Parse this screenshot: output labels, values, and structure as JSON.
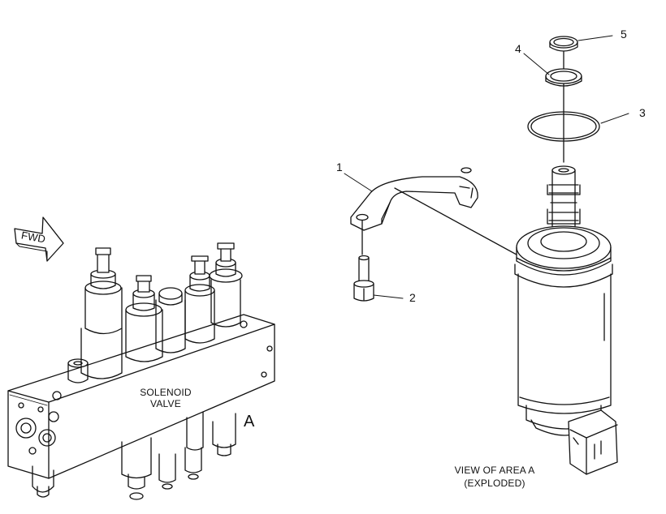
{
  "callouts": {
    "part_1": "1",
    "part_2": "2",
    "part_3": "3",
    "part_4": "4",
    "part_5": "5"
  },
  "labels": {
    "fwd": "FWD",
    "solenoid_line1": "SOLENOID",
    "solenoid_line2": "VALVE",
    "area_marker": "A",
    "view_line1": "VIEW OF AREA  A",
    "view_line2": "(EXPLODED)"
  },
  "colors": {
    "line": "#111111",
    "background": "#ffffff"
  }
}
